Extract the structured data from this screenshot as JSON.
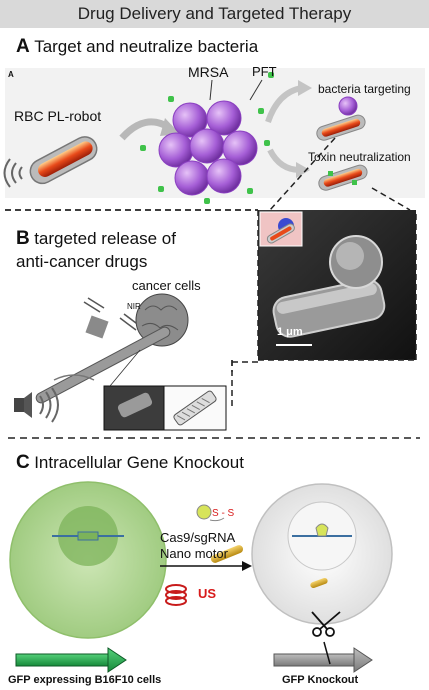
{
  "banner": {
    "title": "Drug Delivery and Targeted Therapy"
  },
  "panel_a": {
    "letter": "A",
    "title": "Target and neutralize bacteria",
    "corner_mark": "A",
    "robot_label": "RBC PL-robot",
    "mrsa_label": "MRSA",
    "pft_label": "PFT",
    "targeting_label": "bacteria targeting",
    "toxin_label": "Toxin neutralization",
    "scale_bar": "1 μm"
  },
  "panel_b": {
    "letter": "B",
    "title_line1": "targeted release of",
    "title_line2": "anti-cancer drugs",
    "cancer_label": "cancer cells",
    "nir_label": "NIR"
  },
  "panel_c": {
    "letter": "C",
    "title": "Intracellular Gene Knockout",
    "cas9_line1": "Cas9/sgRNA",
    "cas9_line2": "Nano motor",
    "ss_label": "S - S",
    "us_label": "US",
    "left_caption": "GFP expressing B16F10 cells",
    "right_caption": "GFP Knockout"
  },
  "colors": {
    "banner": "#d9d9d9",
    "cell_green": "#a8d08d",
    "arrow_green": "#1fa84a",
    "purple": "#9b4fd0",
    "us_red": "#d81b1b"
  }
}
